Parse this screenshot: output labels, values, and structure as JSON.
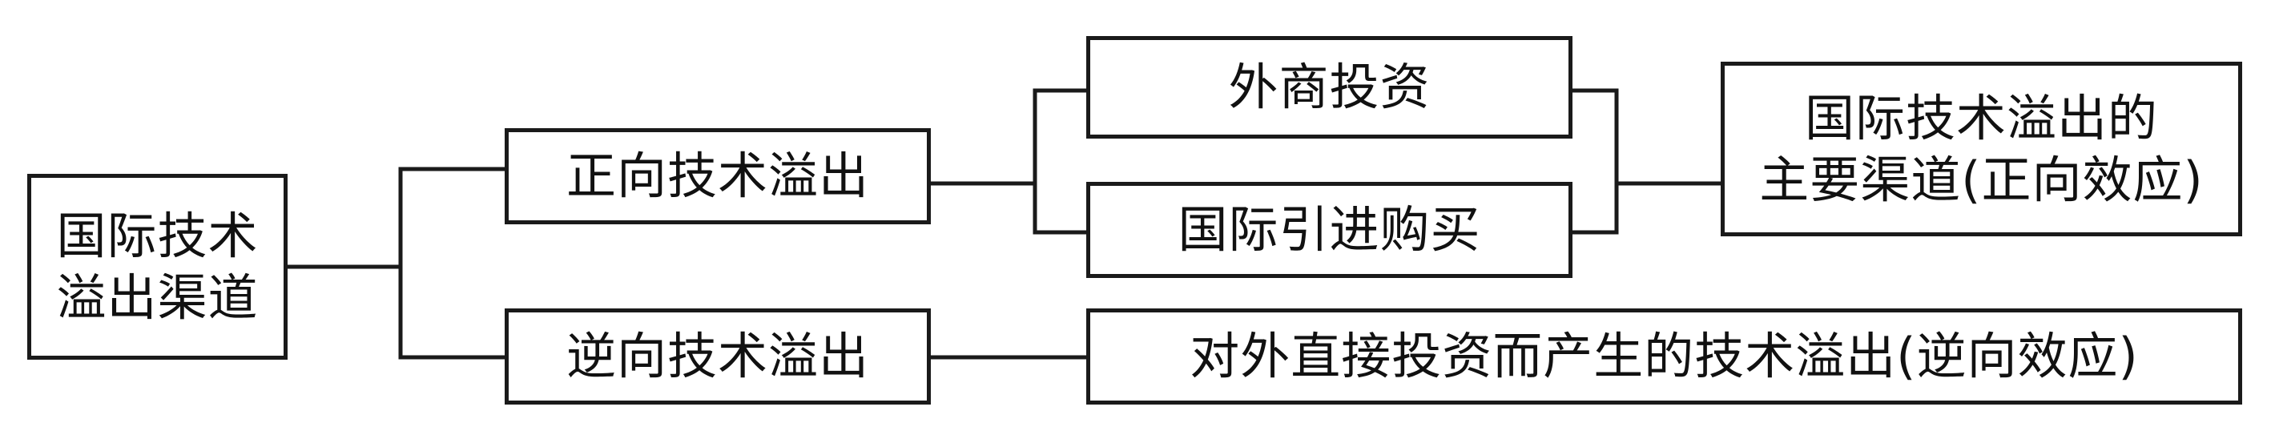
{
  "diagram": {
    "root": {
      "line1": "国际技术",
      "line2": "溢出渠道"
    },
    "forward_spillover": "正向技术溢出",
    "reverse_spillover": "逆向技术溢出",
    "foreign_investment": "外商投资",
    "international_purchase": "国际引进购买",
    "main_channel": {
      "line1": "国际技术溢出的",
      "line2": "主要渠道(正向效应)"
    },
    "outward_investment": "对外直接投资而产生的技术溢出(逆向效应)"
  }
}
